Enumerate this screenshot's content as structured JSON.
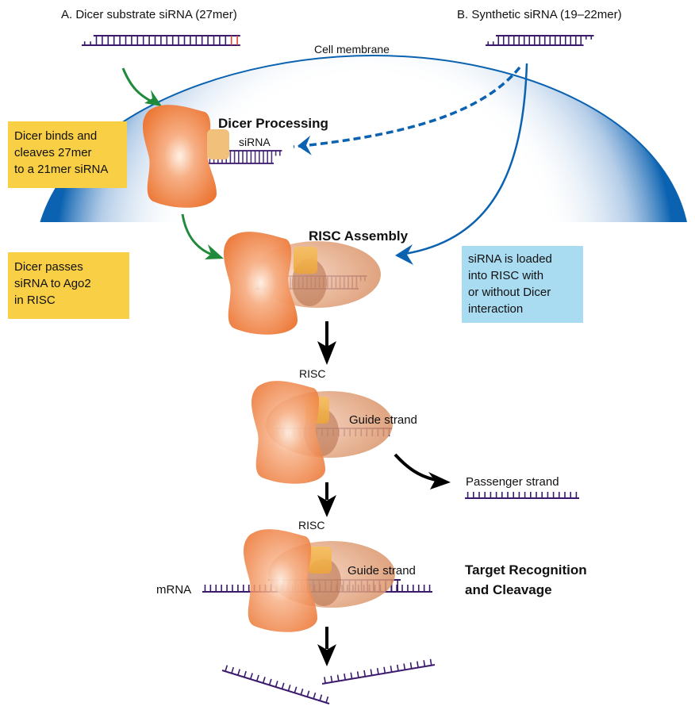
{
  "title_a": "A. Dicer substrate siRNA (27mer)",
  "title_b": "B. Synthetic siRNA (19–22mer)",
  "membrane_label": "Cell membrane",
  "stages": {
    "dicer_processing": "Dicer Processing",
    "risc_assembly": "RISC Assembly",
    "target_recognition": [
      "Target Recognition",
      "and Cleavage"
    ]
  },
  "labels": {
    "sirna": "siRNA",
    "risc_1": "RISC",
    "risc_2": "RISC",
    "guide_strand_1": "Guide strand",
    "guide_strand_2": "Guide strand",
    "passenger_strand": "Passenger strand",
    "mrna": "mRNA"
  },
  "notes": {
    "dicer_binds": [
      "Dicer binds and",
      "cleaves 27mer",
      "to a 21mer siRNA"
    ],
    "dicer_passes": [
      "Dicer passes",
      "siRNA to Ago2",
      "in RISC"
    ],
    "sirna_loaded": [
      "siRNA is loaded",
      "into RISC with",
      "or without Dicer",
      "interaction"
    ]
  },
  "colors": {
    "strand": "#3b1a6e",
    "overhang_highlight": "#e8402a",
    "membrane_blue": "#0a62b0",
    "dicer_orange": "#ee7b3c",
    "ago_tan": "#d9946a",
    "paz_gold": "#f2b64a",
    "arrow_green": "#1f8a3a",
    "arrow_black": "#000000",
    "note_yellow": "#f8cf45",
    "note_blue": "#a9dbf1"
  }
}
